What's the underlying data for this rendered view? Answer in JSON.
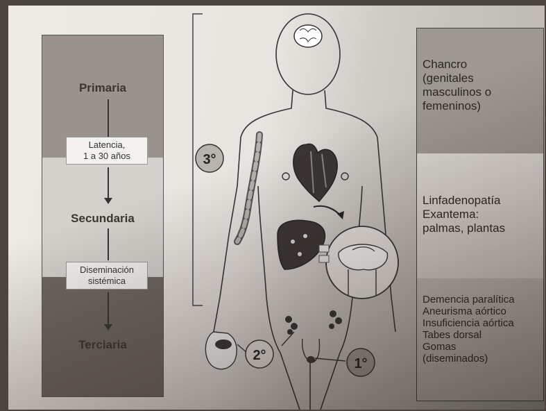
{
  "stages": {
    "primaria": "Primaria",
    "latencia_line1": "Latencia,",
    "latencia_line2": "1 a 30 años",
    "secundaria": "Secundaria",
    "diseminacion_line1": "Diseminación",
    "diseminacion_line2": "sistémica",
    "terciaria": "Terciaria"
  },
  "markers": {
    "third": "3°",
    "second": "2°",
    "first": "1°"
  },
  "right_panel": {
    "primary_lines": [
      "Chancro",
      "(genitales",
      "masculinos o",
      "femeninos)"
    ],
    "secondary_lines": [
      "Linfadenopatía",
      "Exantema:",
      "palmas, plantas"
    ],
    "tertiary_lines": [
      "Demencia paralítica",
      "Aneurisma aórtico",
      "Insuficiencia aórtica",
      "Tabes dorsal",
      "Gomas",
      "(diseminados)"
    ]
  }
}
